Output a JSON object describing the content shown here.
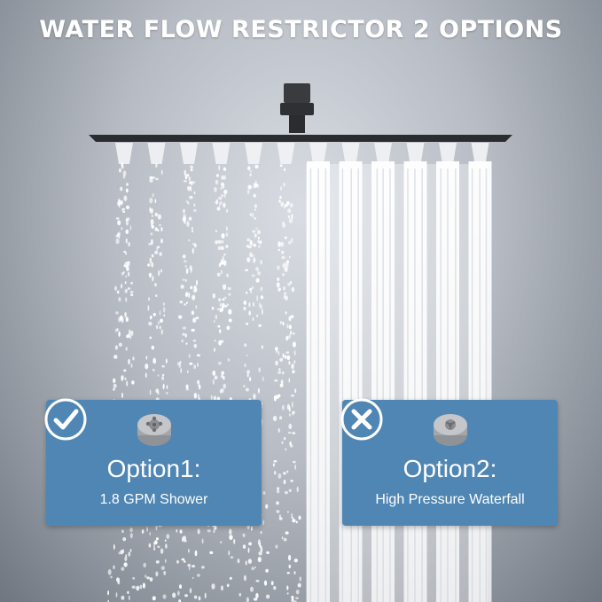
{
  "headline": "WATER FLOW RESTRICTOR 2 OPTIONS",
  "options": [
    {
      "title": "Option1:",
      "subtitle": "1.8 GPM Shower",
      "status_icon": "checkmark-icon"
    },
    {
      "title": "Option2:",
      "subtitle": "High Pressure Waterfall",
      "status_icon": "cross-icon"
    }
  ],
  "colors": {
    "card": "#4f86b3",
    "badge_bg": "#4f86b3",
    "shower_head": "#2b2c2f",
    "text": "#ffffff"
  }
}
